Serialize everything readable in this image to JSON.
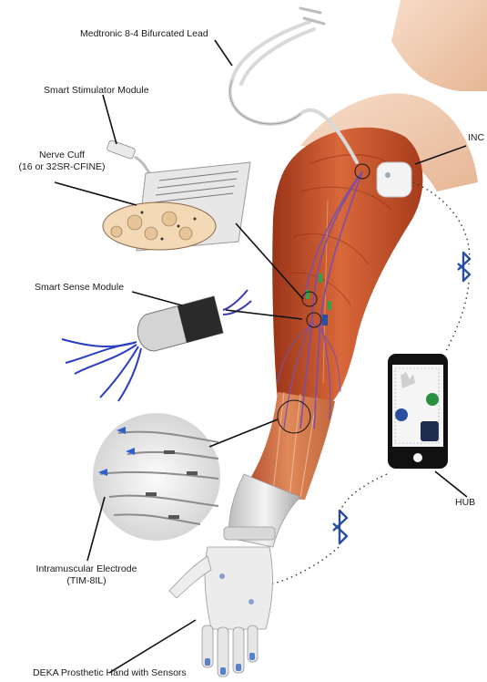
{
  "labels": {
    "lead": "Medtronic 8-4 Bifurcated Lead",
    "stimulator": "Smart Stimulator Module",
    "cuff_line1": "Nerve Cuff",
    "cuff_line2": "(16 or 32SR-CFINE)",
    "sense": "Smart Sense Module",
    "inc": "INC",
    "hub": "HUB",
    "electrode_line1": "Intramuscular Electrode",
    "electrode_line2": "(TIM-8IL)",
    "hand": "DEKA Prosthetic Hand with Sensors"
  },
  "icons": {
    "wireless": "bluetooth-icon",
    "phone": "smartphone-icon"
  },
  "colors": {
    "muscle": "#c8562e",
    "muscle_dark": "#8e2f17",
    "skin": "#f0c6a8",
    "bluetooth": "#2b4fa0",
    "lead_wire": "#d9d9d9",
    "implant_lead": "#7b4fa8",
    "electrode_tip": "#2f5fd0",
    "phone_body": "#111111"
  }
}
